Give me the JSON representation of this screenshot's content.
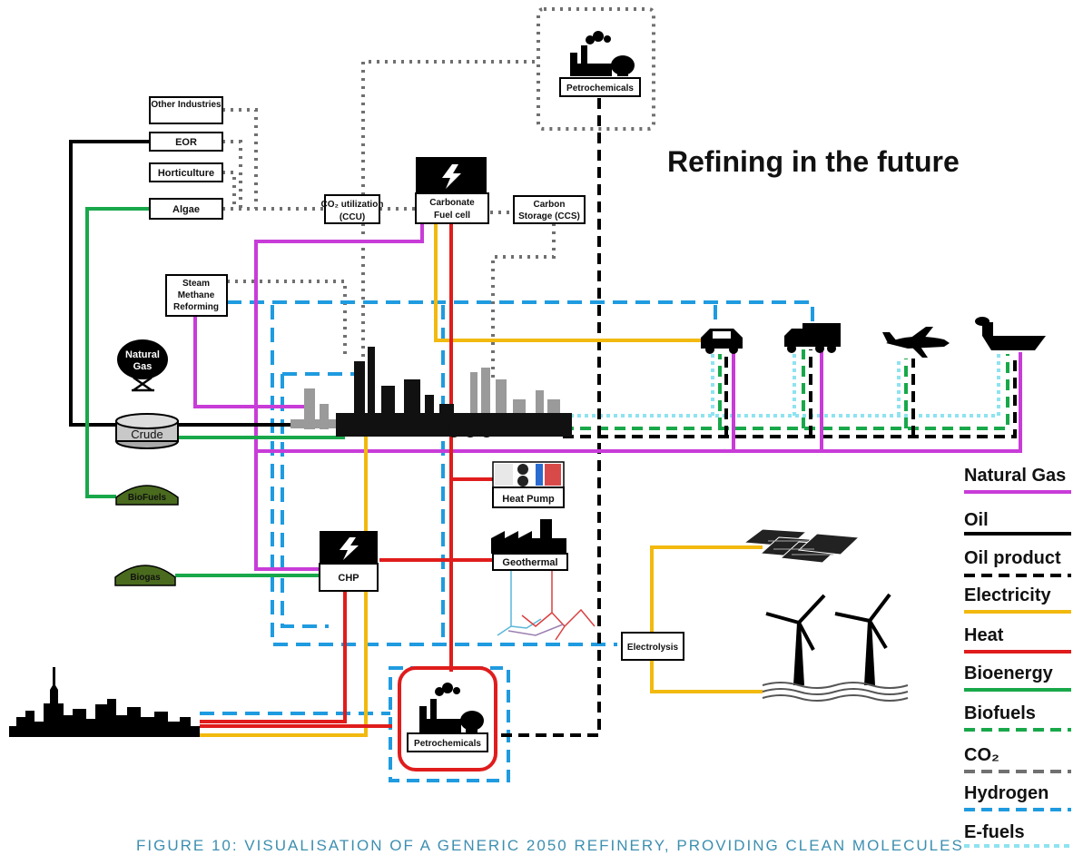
{
  "title": "Refining in the future",
  "caption": "FIGURE 10: VISUALISATION OF A GENERIC 2050 REFINERY, PROVIDING CLEAN MOLECULES",
  "colors": {
    "natural_gas": "#c83cd8",
    "oil": "#000000",
    "electricity": "#f2b90e",
    "heat": "#e01c1c",
    "bioenergy": "#18a84a",
    "biofuels": "#18a84a",
    "co2": "#707070",
    "hydrogen": "#1f9be0",
    "efuels": "#8ee3f0"
  },
  "nodes": {
    "other_industries": "Other Industries",
    "eor": "EOR",
    "horticulture": "Horticulture",
    "algae": "Algae",
    "co2_utilization_1": "CO₂ utilization",
    "co2_utilization_2": "(CCU)",
    "carbonate_1": "Carbonate",
    "carbonate_2": "Fuel cell",
    "carbon_storage_1": "Carbon",
    "carbon_storage_2": "Storage (CCS)",
    "petrochemicals_top": "Petrochemicals",
    "smr_1": "Steam",
    "smr_2": "Methane",
    "smr_3": "Reforming",
    "natural_gas_1": "Natural",
    "natural_gas_2": "Gas",
    "crude": "Crude",
    "biofuels": "BioFuels",
    "biogas": "Biogas",
    "chp": "CHP",
    "heat_pump": "Heat Pump",
    "geothermal": "Geothermal",
    "electrolysis": "Electrolysis",
    "petrochemicals_bottom": "Petrochemicals"
  },
  "legend": [
    {
      "label": "Natural Gas",
      "color": "#c83cd8",
      "style": "solid"
    },
    {
      "label": "Oil",
      "color": "#000000",
      "style": "solid"
    },
    {
      "label": "Oil product",
      "color": "#000000",
      "style": "dashed"
    },
    {
      "label": "Electricity",
      "color": "#f2b90e",
      "style": "solid"
    },
    {
      "label": "Heat",
      "color": "#e01c1c",
      "style": "solid"
    },
    {
      "label": "Bioenergy",
      "color": "#18a84a",
      "style": "solid"
    },
    {
      "label": "Biofuels",
      "color": "#18a84a",
      "style": "dashed"
    },
    {
      "label": "CO₂",
      "color": "#707070",
      "style": "dashed"
    },
    {
      "label": "Hydrogen",
      "color": "#1f9be0",
      "style": "dashed"
    },
    {
      "label": "E-fuels",
      "color": "#8ee3f0",
      "style": "dashed"
    }
  ]
}
